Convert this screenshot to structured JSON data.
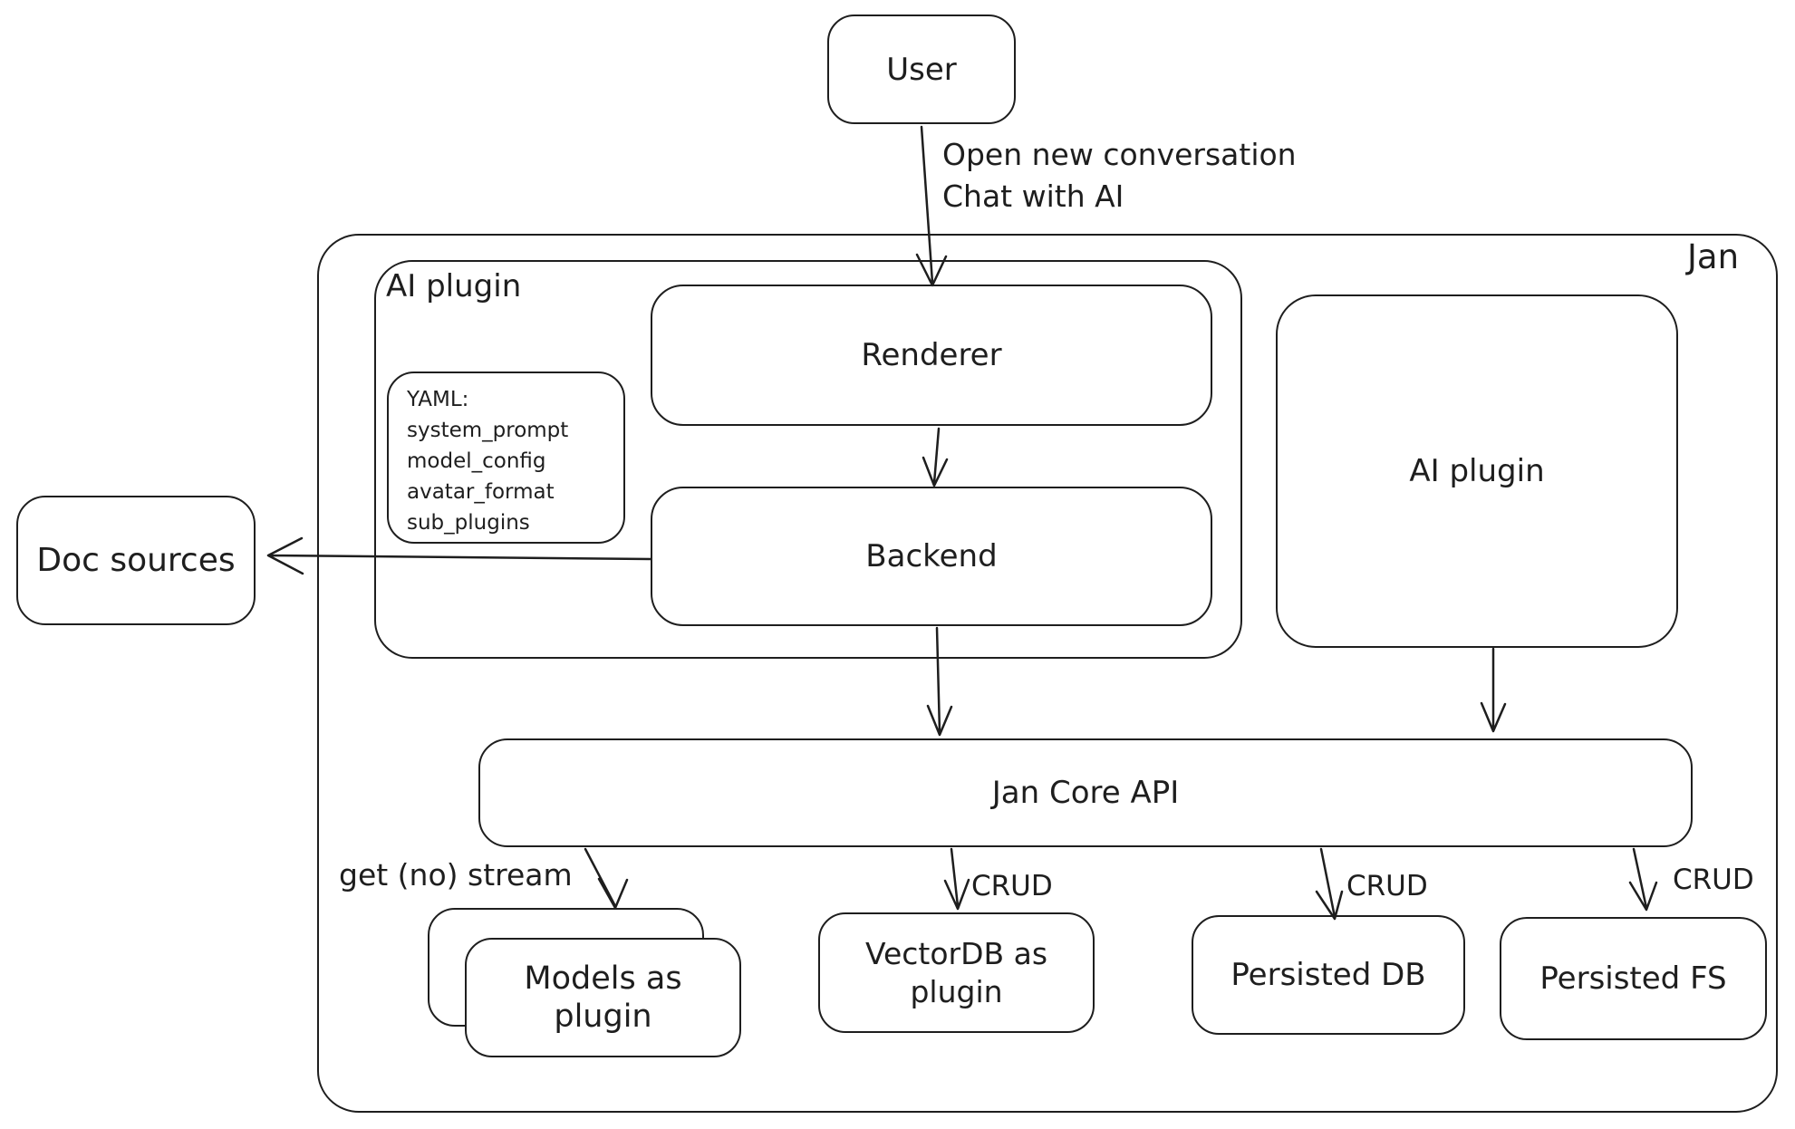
{
  "colors": {
    "stroke": "#1e1e1e",
    "background": "#ffffff"
  },
  "nodes": {
    "user": {
      "label": "User"
    },
    "jan": {
      "label": "Jan"
    },
    "ai_plugin_group": {
      "label": "AI plugin"
    },
    "renderer": {
      "label": "Renderer"
    },
    "backend": {
      "label": "Backend"
    },
    "yaml_note": {
      "line1": "YAML:",
      "line2": "system_prompt",
      "line3": "model_config",
      "line4": "avatar_format",
      "line5": "sub_plugins"
    },
    "ai_plugin_right": {
      "label": "AI plugin"
    },
    "doc_sources": {
      "label": "Doc sources"
    },
    "jan_core_api": {
      "label": "Jan Core API"
    },
    "models_as_plugin": {
      "line1": "Models as",
      "line2": "plugin"
    },
    "vectordb_as_plugin": {
      "line1": "VectorDB as",
      "line2": "plugin"
    },
    "persisted_db": {
      "label": "Persisted DB"
    },
    "persisted_fs": {
      "label": "Persisted FS"
    }
  },
  "edges": {
    "user_to_renderer": {
      "line1": "Open new conversation",
      "line2": "Chat with AI"
    },
    "core_to_models": {
      "label": "get (no) stream"
    },
    "core_to_vectordb": {
      "label": "CRUD"
    },
    "core_to_persisted_db": {
      "label": "CRUD"
    },
    "core_to_persisted_fs": {
      "label": "CRUD"
    }
  }
}
